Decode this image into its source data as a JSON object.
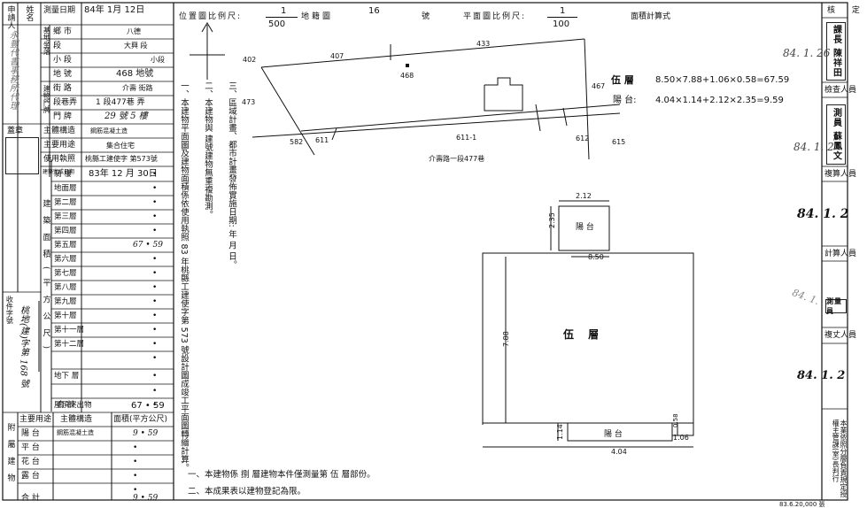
{
  "left": {
    "applicant_label": "申請人",
    "applicant_name_label": "姓名",
    "applicant_name_value": "永豐代書事務所代理",
    "survey_date_label": "測量日期",
    "survey_date": {
      "year": "84",
      "y": "年",
      "month": "1",
      "m": "月",
      "day": "12",
      "d": "日"
    },
    "location_label": "基地坐落",
    "rows_a": [
      {
        "label": "鄉 市",
        "value": "八德"
      },
      {
        "label": "段",
        "value": "大興 段"
      },
      {
        "label": "小 段",
        "value": "小段"
      },
      {
        "label": "地 號",
        "value": "468 地號"
      }
    ],
    "building_label": "建物門牌",
    "rows_b": [
      {
        "label": "街 路",
        "value": "介壽 街路"
      },
      {
        "label": "段巷弄",
        "value": "1 段477巷 弄"
      },
      {
        "label": "門 牌",
        "value": "29 號 5 樓"
      }
    ],
    "seal_label": "蓋章",
    "rows_c": [
      {
        "label": "主體構造",
        "value": "鋼筋混凝土造"
      },
      {
        "label": "主要用途",
        "value": "集合住宅"
      },
      {
        "label": "使用執照",
        "value": "桃縣工建使字 第573號"
      },
      {
        "label": "建築完成日期",
        "value": "83年 12 月 30日"
      }
    ],
    "floors_group_label": "建築面積(平方公尺)",
    "floors": [
      {
        "label": "騎 樓",
        "value": "•"
      },
      {
        "label": "地面層",
        "value": "•"
      },
      {
        "label": "第二層",
        "value": "•"
      },
      {
        "label": "第三層",
        "value": "•"
      },
      {
        "label": "第四層",
        "value": "•"
      },
      {
        "label": "第五層",
        "value": "67 • 59"
      },
      {
        "label": "第六層",
        "value": "•"
      },
      {
        "label": "第七層",
        "value": "•"
      },
      {
        "label": "第八層",
        "value": "•"
      },
      {
        "label": "第九層",
        "value": "•"
      },
      {
        "label": "第十層",
        "value": "•"
      },
      {
        "label": "第十一層",
        "value": "•"
      },
      {
        "label": "第十二層",
        "value": "•"
      },
      {
        "label": "",
        "value": "•"
      },
      {
        "label": "地下 層",
        "value": "•"
      },
      {
        "label": "",
        "value": "•"
      },
      {
        "label": "屋頂突出物",
        "value": "•"
      },
      {
        "label": "合 計",
        "value": "67 • 59"
      }
    ],
    "ref_label": "收件字號",
    "ref_note": "桃地(建)字第 168 號",
    "attach_header": [
      "主要用途",
      "主體構造",
      "面積(平方公尺)"
    ],
    "attach_group_label": "附屬建物",
    "attach_rows": [
      {
        "use": "陽 台",
        "structure": "鋼筋混凝土造",
        "area": "9 • 59"
      },
      {
        "use": "平 台",
        "structure": "",
        "area": "•"
      },
      {
        "use": "花 台",
        "structure": "",
        "area": "•"
      },
      {
        "use": "露 台",
        "structure": "",
        "area": "•"
      },
      {
        "use": "",
        "structure": "",
        "area": "•"
      },
      {
        "use": "合 計",
        "structure": "",
        "area": "9 • 59"
      }
    ]
  },
  "location_map": {
    "title_prefix": "位置圖比例尺:",
    "scale_num": "1",
    "scale_den": "500",
    "sheet_label": "地籍圖",
    "sheet_no": "16",
    "sheet_suffix": "號",
    "parcel_numbers": [
      "402",
      "407",
      "433",
      "473",
      "468",
      "467",
      "582",
      "611",
      "611-1",
      "612",
      "615"
    ],
    "road_label": "介壽路一段477巷"
  },
  "floor_plan": {
    "title_prefix": "平面圖比例尺:",
    "scale_num": "1",
    "scale_den": "100",
    "calc_title": "面積計算式",
    "calc_lines": [
      {
        "label": "伍 層",
        "formula": "8.50×7.88+1.06×0.58=67.59"
      },
      {
        "label": "陽 台:",
        "formula": "4.04×1.14+2.12×2.35=9.59"
      }
    ],
    "dims": [
      "2.12",
      "2.35",
      "8.50",
      "7.88",
      "0.58",
      "1.06",
      "1.14",
      "4.04"
    ],
    "room_labels": {
      "balcony_top": "陽 台",
      "main": "伍 層",
      "balcony_bottom": "陽 台"
    }
  },
  "notes_vertical": [
    "一、本建物平面圖及建物面積係依使用執照 83 年桃縣工建使字第 573 號設計圖成竣工平面圖轉繪計算。",
    "二、本建物與 建號建物無重複勘測。",
    "三、區域計畫、都市計畫發佈實施日期: 年 月 日。"
  ],
  "notes_bottom": [
    "一、本建物係 捌 層建物本件僅測量第 伍 層部份。",
    "二、本成果表以建物登記為限。"
  ],
  "right": {
    "approve_label": "核 定",
    "approve_stamp": "課長 陳祥田",
    "approve_date": "84. 1. 26",
    "check_label": "檢查人員",
    "check_stamp": "測員 蘇鳳文",
    "check_date": "84. 1. 2",
    "review_label": "複算人員",
    "review_date": "84. 1. 2",
    "calc_label": "計算人員",
    "calc_stamp": "測量員",
    "calc_date": "84. 1.",
    "copy_label": "複丈人員",
    "copy_date": "84. 1. 2",
    "footer_note": "本業依照分層負責規定授權主管課(室)長判行"
  },
  "footer_code": "83.6.20,000 張"
}
